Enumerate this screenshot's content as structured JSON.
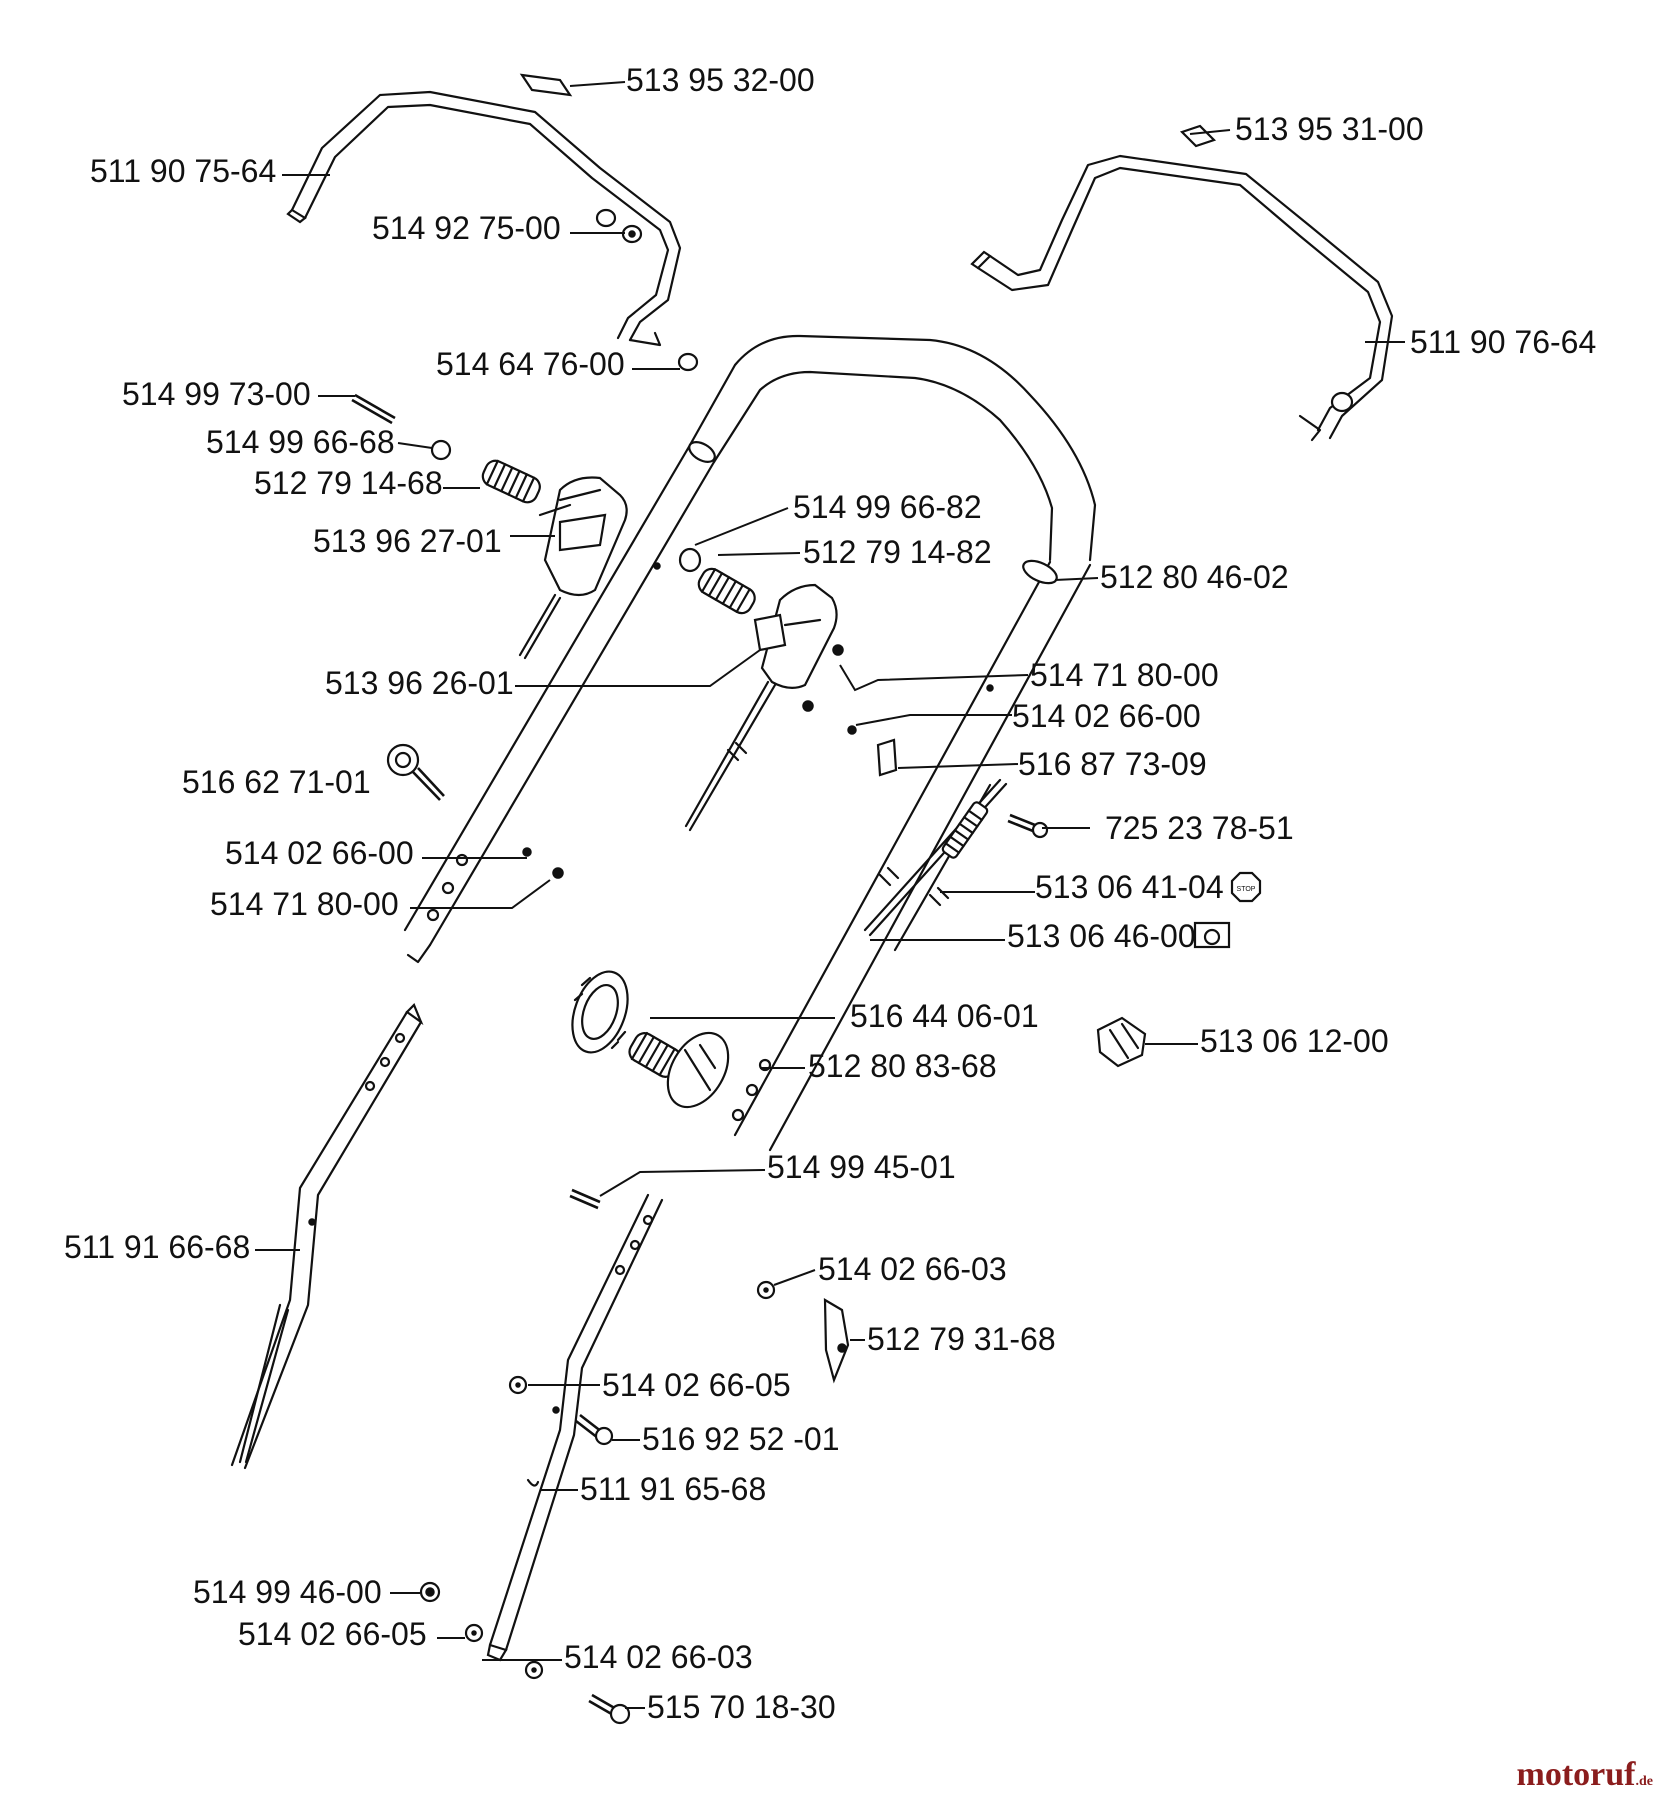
{
  "diagram": {
    "labels": [
      {
        "id": "l1",
        "text": "513 95 32-00"
      },
      {
        "id": "l2",
        "text": "511 90 75-64"
      },
      {
        "id": "l3",
        "text": "514 92 75-00"
      },
      {
        "id": "l4",
        "text": "514 64 76-00"
      },
      {
        "id": "l5",
        "text": "514 99 73-00"
      },
      {
        "id": "l6",
        "text": "514 99 66-68"
      },
      {
        "id": "l7",
        "text": "512 79 14-68"
      },
      {
        "id": "l8",
        "text": "513 96 27-01"
      },
      {
        "id": "l9",
        "text": "513 95 31-00"
      },
      {
        "id": "l10",
        "text": "511 90 76-64"
      },
      {
        "id": "l11",
        "text": "514 99 66-82"
      },
      {
        "id": "l12",
        "text": "512 79 14-82"
      },
      {
        "id": "l13",
        "text": "512 80 46-02"
      },
      {
        "id": "l14",
        "text": "513 96 26-01"
      },
      {
        "id": "l15",
        "text": "514 71 80-00"
      },
      {
        "id": "l16",
        "text": "514 02 66-00"
      },
      {
        "id": "l17",
        "text": "516 87 73-09"
      },
      {
        "id": "l18",
        "text": "516 62 71-01"
      },
      {
        "id": "l19",
        "text": "725 23 78-51"
      },
      {
        "id": "l20",
        "text": "514 02 66-00"
      },
      {
        "id": "l21",
        "text": "513 06 41-04"
      },
      {
        "id": "l22",
        "text": "514 71 80-00"
      },
      {
        "id": "l23",
        "text": "513 06 46-00"
      },
      {
        "id": "l24",
        "text": "516 44 06-01"
      },
      {
        "id": "l25",
        "text": "513 06 12-00"
      },
      {
        "id": "l26",
        "text": "512 80 83-68"
      },
      {
        "id": "l27",
        "text": "514 99 45-01"
      },
      {
        "id": "l28",
        "text": "511 91 66-68"
      },
      {
        "id": "l29",
        "text": "514 02 66-03"
      },
      {
        "id": "l30",
        "text": "512 79 31-68"
      },
      {
        "id": "l31",
        "text": "514 02 66-05"
      },
      {
        "id": "l32",
        "text": "516 92 52 -01"
      },
      {
        "id": "l33",
        "text": "511 91 65-68"
      },
      {
        "id": "l34",
        "text": "514 99 46-00"
      },
      {
        "id": "l35",
        "text": "514 02 66-05"
      },
      {
        "id": "l36",
        "text": "514 02 66-03"
      },
      {
        "id": "l37",
        "text": "515 70 18-30"
      }
    ],
    "stop_icon_text": "STOP"
  },
  "watermark": {
    "brand": "motoruf",
    "suffix": ".de"
  }
}
